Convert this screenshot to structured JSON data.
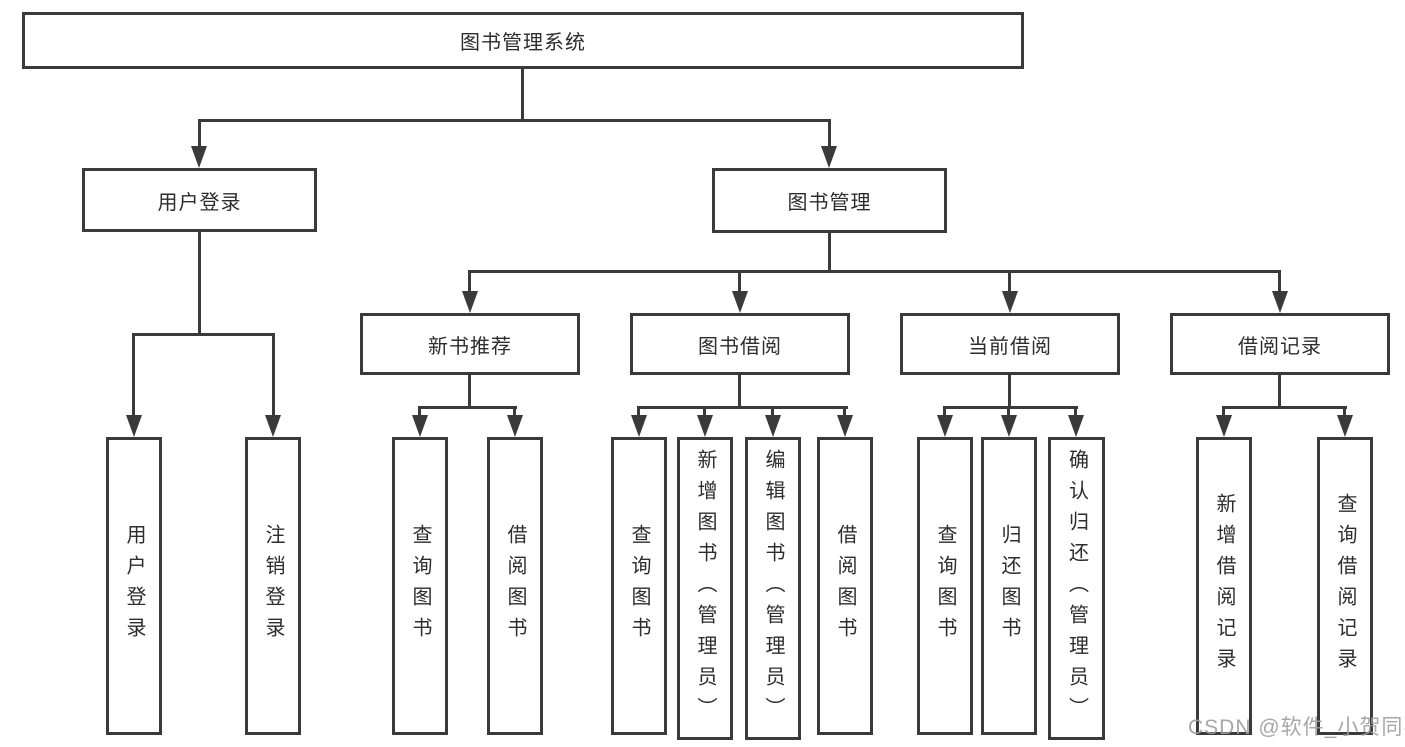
{
  "tree": {
    "root": {
      "label": "图书管理系统"
    },
    "branches": [
      {
        "label": "用户登录",
        "children": [
          {
            "label": "用户登录"
          },
          {
            "label": "注销登录"
          }
        ]
      },
      {
        "label": "图书管理",
        "children": [
          {
            "label": "新书推荐",
            "children": [
              {
                "label": "查询图书"
              },
              {
                "label": "借阅图书"
              }
            ]
          },
          {
            "label": "图书借阅",
            "children": [
              {
                "label": "查询图书"
              },
              {
                "label": "新增图书（管理员）"
              },
              {
                "label": "编辑图书（管理员）"
              },
              {
                "label": "借阅图书"
              }
            ]
          },
          {
            "label": "当前借阅",
            "children": [
              {
                "label": "查询图书"
              },
              {
                "label": "归还图书"
              },
              {
                "label": "确认归还（管理员）"
              }
            ]
          },
          {
            "label": "借阅记录",
            "children": [
              {
                "label": "新增借阅记录"
              },
              {
                "label": "查询借阅记录"
              }
            ]
          }
        ]
      }
    ]
  },
  "watermark": {
    "text": "CSDN @软件_小贺同学"
  },
  "colors": {
    "line": "#3a3a3a",
    "text": "#2d2d2d",
    "node-bg": "#ffffff",
    "watermark": "#9e9e9e",
    "background": "#ffffff"
  }
}
